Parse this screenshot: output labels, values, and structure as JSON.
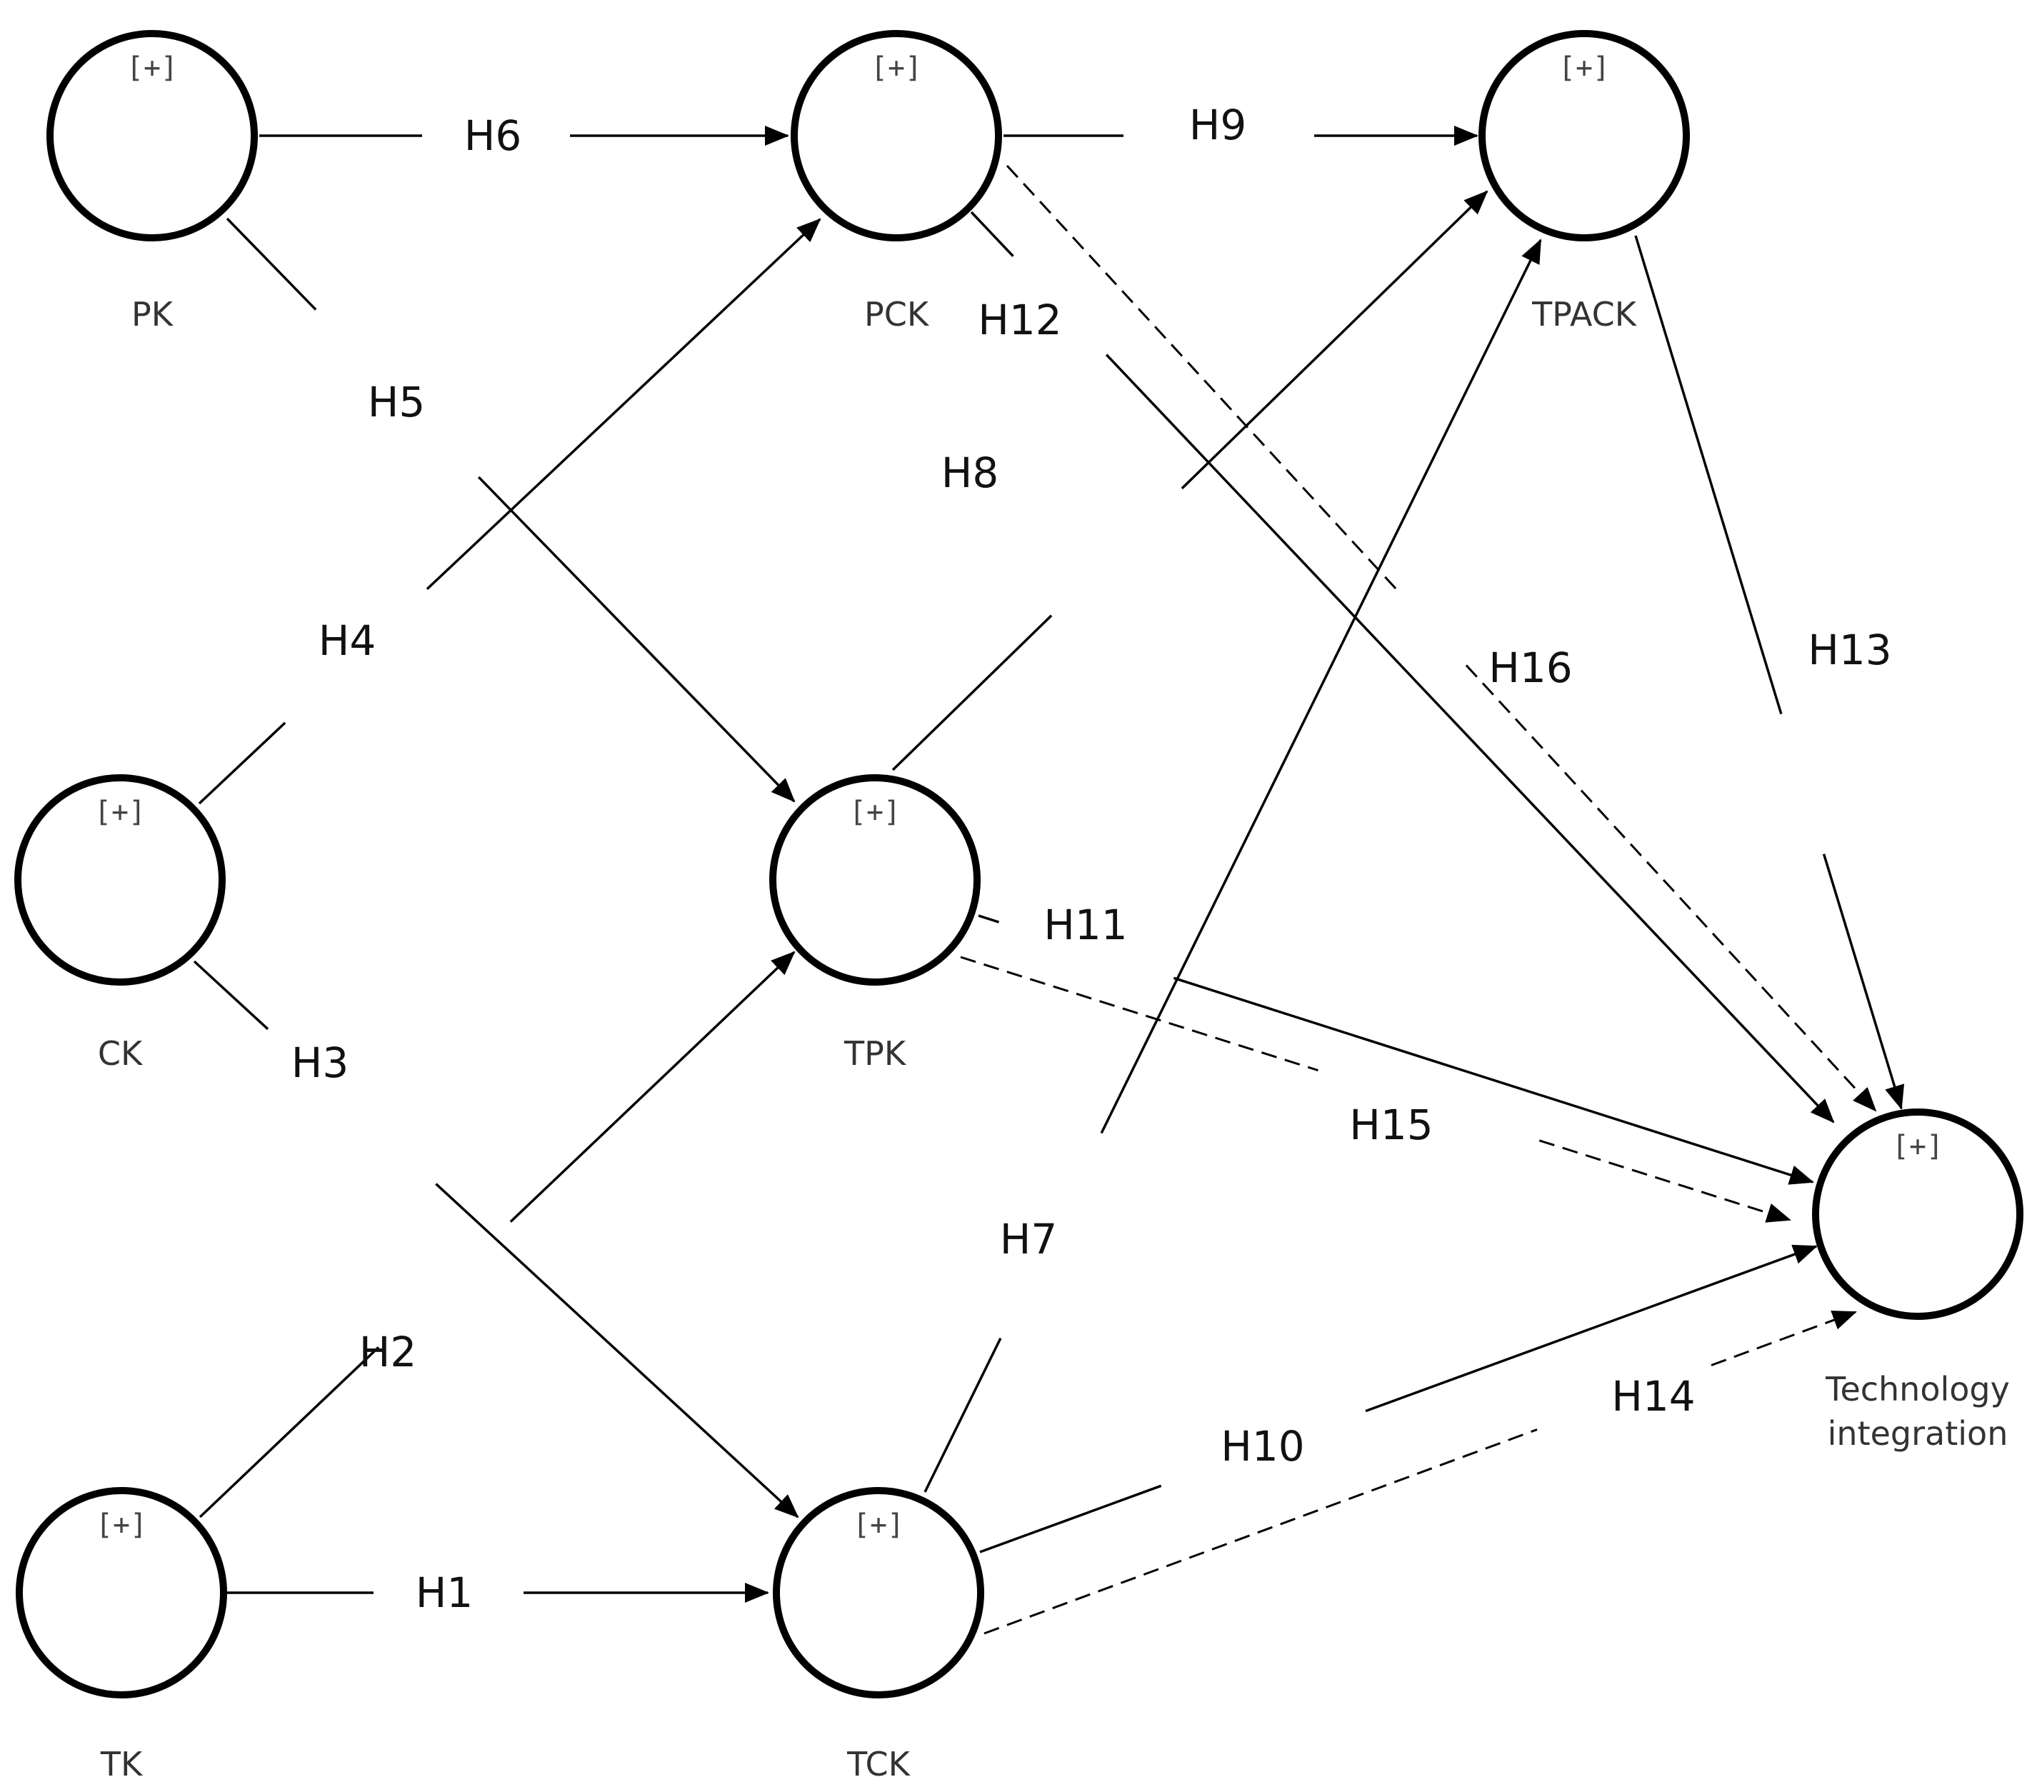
{
  "diagram": {
    "expand_marker": "[+]",
    "nodes": [
      {
        "id": "PK",
        "label": "PK"
      },
      {
        "id": "PCK",
        "label": "PCK"
      },
      {
        "id": "TPACK",
        "label": "TPACK"
      },
      {
        "id": "CK",
        "label": "CK"
      },
      {
        "id": "TPK",
        "label": "TPK"
      },
      {
        "id": "TK",
        "label": "TK"
      },
      {
        "id": "TCK",
        "label": "TCK"
      },
      {
        "id": "TI",
        "label": "Technology integration",
        "label_lines": [
          "Technology",
          "integration"
        ]
      }
    ],
    "edges": [
      {
        "id": "H1",
        "label": "H1",
        "from": "TK",
        "to": "TCK",
        "style": "solid"
      },
      {
        "id": "H2",
        "label": "H2",
        "from": "TK",
        "to": "TPK",
        "style": "solid"
      },
      {
        "id": "H3",
        "label": "H3",
        "from": "CK",
        "to": "TCK",
        "style": "solid"
      },
      {
        "id": "H4",
        "label": "H4",
        "from": "CK",
        "to": "PCK",
        "style": "solid"
      },
      {
        "id": "H5",
        "label": "H5",
        "from": "PK",
        "to": "TPK",
        "style": "solid"
      },
      {
        "id": "H6",
        "label": "H6",
        "from": "PK",
        "to": "PCK",
        "style": "solid"
      },
      {
        "id": "H7",
        "label": "H7",
        "from": "TCK",
        "to": "TPACK",
        "style": "solid"
      },
      {
        "id": "H8",
        "label": "H8",
        "from": "TPK",
        "to": "TPACK",
        "style": "solid"
      },
      {
        "id": "H9",
        "label": "H9",
        "from": "PCK",
        "to": "TPACK",
        "style": "solid"
      },
      {
        "id": "H10",
        "label": "H10",
        "from": "TCK",
        "to": "TI",
        "style": "solid"
      },
      {
        "id": "H11",
        "label": "H11",
        "from": "TPK",
        "to": "TI",
        "style": "solid"
      },
      {
        "id": "H12",
        "label": "H12",
        "from": "PCK",
        "to": "TI",
        "style": "solid"
      },
      {
        "id": "H13",
        "label": "H13",
        "from": "TPACK",
        "to": "TI",
        "style": "solid"
      },
      {
        "id": "H14",
        "label": "H14",
        "from": "TCK",
        "to": "TI",
        "style": "dashed"
      },
      {
        "id": "H15",
        "label": "H15",
        "from": "TPK",
        "to": "TI",
        "style": "dashed"
      },
      {
        "id": "H16",
        "label": "H16",
        "from": "PCK",
        "to": "TI",
        "style": "dashed"
      }
    ]
  }
}
